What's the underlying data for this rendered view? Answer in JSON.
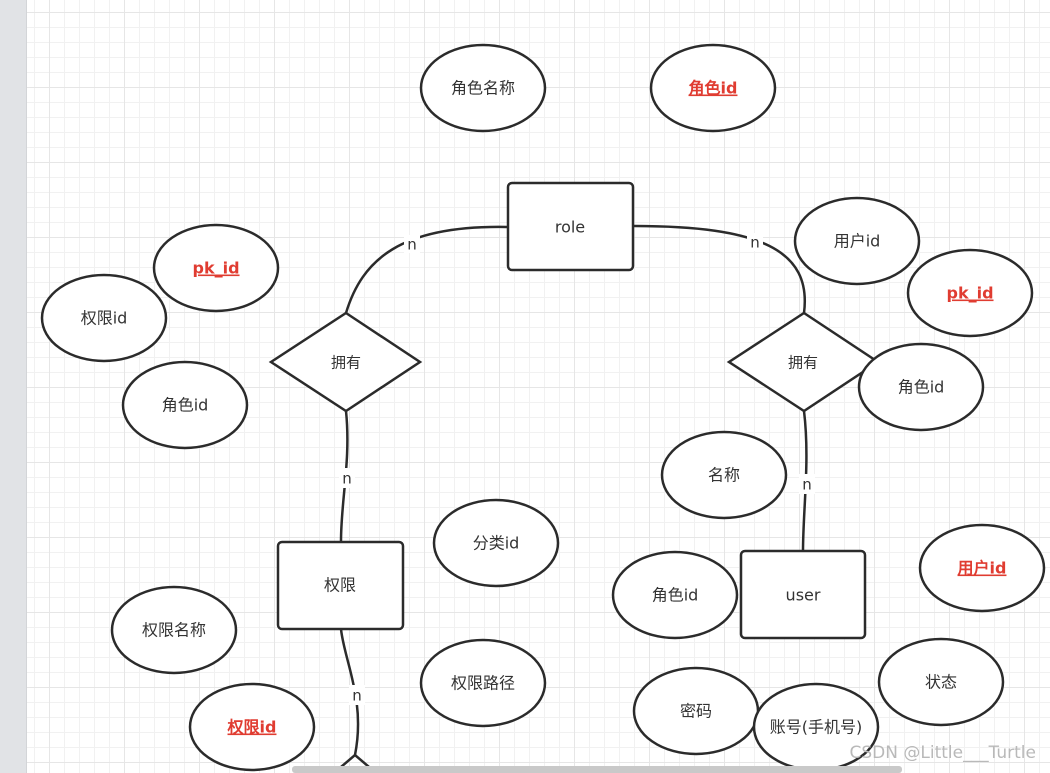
{
  "colors": {
    "line": "#2b2b2b",
    "key_text": "#e03c31",
    "text": "#333333"
  },
  "entities": {
    "role": {
      "label": "role"
    },
    "permission": {
      "label": "权限"
    },
    "user": {
      "label": "user"
    }
  },
  "relationships": {
    "role_permission": {
      "label": "拥有"
    },
    "role_user": {
      "label": "拥有"
    }
  },
  "attributes": {
    "role_name": {
      "label": "角色名称",
      "key": false
    },
    "role_id": {
      "label": "角色id",
      "key": true
    },
    "rp_pk_id": {
      "label": "pk_id",
      "key": true
    },
    "rp_perm_id": {
      "label": "权限id",
      "key": false
    },
    "rp_role_id": {
      "label": "角色id",
      "key": false
    },
    "ru_user_id": {
      "label": "用户id",
      "key": false
    },
    "ru_pk_id": {
      "label": "pk_id",
      "key": true
    },
    "ru_role_id": {
      "label": "角色id",
      "key": false
    },
    "perm_category_id": {
      "label": "分类id",
      "key": false
    },
    "perm_name": {
      "label": "权限名称",
      "key": false
    },
    "perm_path": {
      "label": "权限路径",
      "key": false
    },
    "perm_id": {
      "label": "权限id",
      "key": true
    },
    "user_name": {
      "label": "名称",
      "key": false
    },
    "user_role_id": {
      "label": "角色id",
      "key": false
    },
    "user_id": {
      "label": "用户id",
      "key": true
    },
    "user_password": {
      "label": "密码",
      "key": false
    },
    "user_account": {
      "label": "账号(手机号)",
      "key": false
    },
    "user_status": {
      "label": "状态",
      "key": false
    }
  },
  "cardinality": {
    "role_to_rp": "n",
    "role_to_ru": "n",
    "rp_to_perm": "n",
    "ru_to_user": "n",
    "perm_down": "n"
  },
  "watermark": "CSDN @Little___Turtle"
}
